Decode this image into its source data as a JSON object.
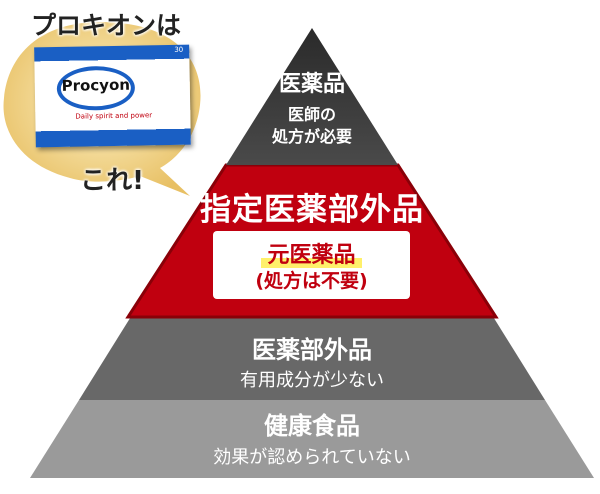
{
  "bubble": {
    "title": "プロキオンは",
    "ending": "これ!"
  },
  "product": {
    "brand": "Procyon",
    "tagline": "Daily spirit and power",
    "count": "30"
  },
  "pyramid": {
    "tier1": {
      "label": "医薬品",
      "sub_line1": "医師の",
      "sub_line2": "処方が必要"
    },
    "tier2": {
      "label": "指定医薬部外品",
      "box_main": "元医薬品",
      "box_sub": "(処方は不要)"
    },
    "tier3": {
      "label": "医薬部外品",
      "sub": "有用成分が少ない"
    },
    "tier4": {
      "label": "健康食品",
      "sub": "効果が認められていない"
    }
  },
  "colors": {
    "tier1": "#3b3b3b",
    "tier2": "#c0000f",
    "tier3": "#686868",
    "tier4": "#9a9a9a",
    "bubble": "#f3d27a"
  }
}
